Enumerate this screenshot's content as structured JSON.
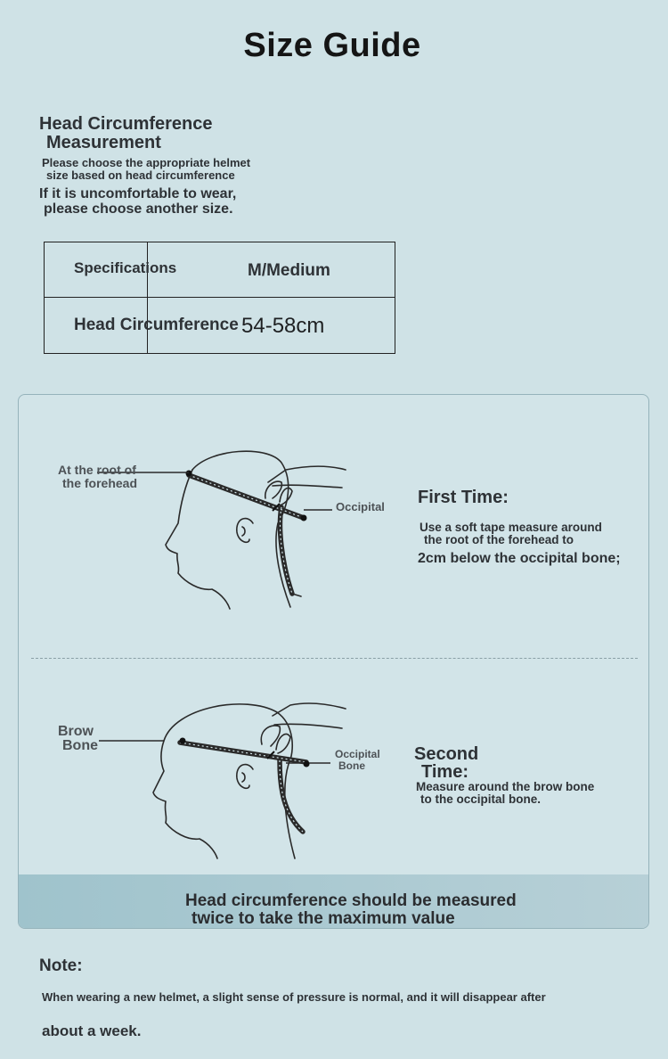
{
  "title": "Size Guide",
  "head_circumference": {
    "title_line1": "Head Circumference",
    "title_line2": "Measurement",
    "desc1_line1": "Please choose the appropriate helmet",
    "desc1_line2": "size based on head circumference",
    "desc2_line1": "If it is uncomfortable to wear,",
    "desc2_line2": "please choose another size."
  },
  "spec_table": {
    "rows": [
      [
        "Specifications",
        "M/Medium"
      ],
      [
        "Head Circumference",
        "54-58cm"
      ]
    ]
  },
  "diagram1": {
    "label_forehead_line1": "At the root of",
    "label_forehead_line2": "the forehead",
    "label_occipital": "Occipital",
    "heading": "First Time:",
    "text_line1": "Use a soft tape measure around",
    "text_line2": "the root of the forehead to",
    "text_line3": "2cm below the occipital bone;"
  },
  "diagram2": {
    "label_brow_line1": "Brow",
    "label_brow_line2": "Bone",
    "label_occipital_line1": "Occipital",
    "label_occipital_line2": "Bone",
    "heading_line1": "Second",
    "heading_line2": "Time:",
    "text_line1": "Measure around the brow bone",
    "text_line2": "to the occipital bone."
  },
  "banner": {
    "line1": "Head circumference should be measured",
    "line2": "twice to take the maximum value"
  },
  "note": {
    "title": "Note:",
    "text_line1": "When wearing a new helmet, a slight sense of pressure is normal, and it will disappear after",
    "text_line2": "about a week."
  },
  "colors": {
    "background": "#cfe2e6",
    "panel": "#d2e4e8",
    "banner": "#a6c6ce",
    "text": "#2e3236"
  }
}
